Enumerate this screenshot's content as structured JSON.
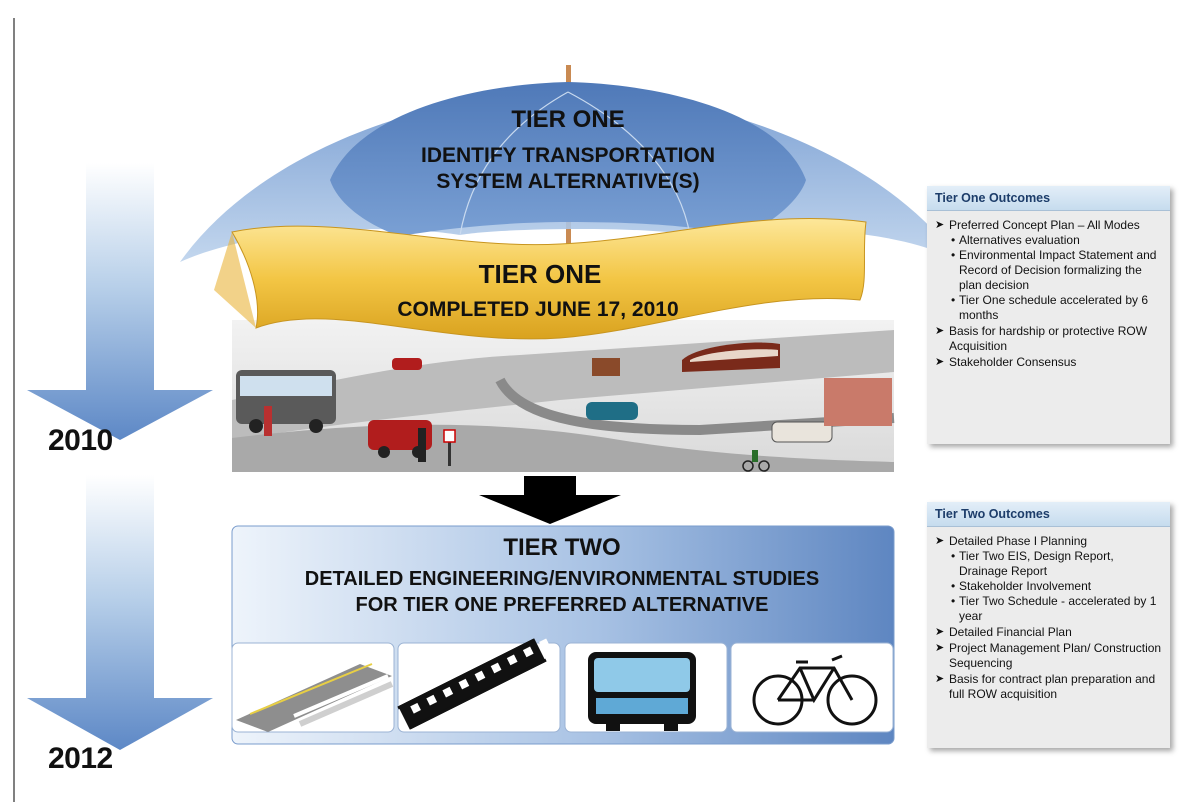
{
  "tier_one": {
    "umbrella_heading": "TIER ONE",
    "umbrella_line1": "IDENTIFY TRANSPORTATION",
    "umbrella_line2": "SYSTEM ALTERNATIVE(S)",
    "banner_heading": "TIER ONE",
    "banner_subtitle": "COMPLETED JUNE 17, 2010"
  },
  "tier_two": {
    "heading": "TIER TWO",
    "line1": "DETAILED ENGINEERING/ENVIRONMENTAL STUDIES",
    "line2": "FOR TIER ONE PREFERRED ALTERNATIVE",
    "image_icons": [
      "highway-icon",
      "railroad-track-icon",
      "bus-icon",
      "bicycle-icon"
    ]
  },
  "timeline": {
    "year_1": "2010",
    "year_2": "2012"
  },
  "tier_one_outcomes": {
    "title": "Tier One Outcomes",
    "items": [
      {
        "type": "main",
        "text": "Preferred Concept Plan – All Modes"
      },
      {
        "type": "sub",
        "text": "Alternatives evaluation"
      },
      {
        "type": "sub",
        "text": "Environmental Impact Statement and Record of Decision formalizing the plan decision"
      },
      {
        "type": "sub",
        "text": "Tier One schedule accelerated by 6 months"
      },
      {
        "type": "main",
        "text": "Basis for hardship or protective ROW Acquisition"
      },
      {
        "type": "main",
        "text": "Stakeholder Consensus"
      }
    ]
  },
  "tier_two_outcomes": {
    "title": "Tier Two Outcomes",
    "items": [
      {
        "type": "main",
        "text": "Detailed Phase I Planning"
      },
      {
        "type": "sub",
        "text": "Tier Two EIS, Design Report, Drainage Report"
      },
      {
        "type": "sub",
        "text": "Stakeholder Involvement"
      },
      {
        "type": "sub",
        "text": "Tier Two Schedule - accelerated by 1 year"
      },
      {
        "type": "main",
        "text": "Detailed Financial Plan"
      },
      {
        "type": "main",
        "text": "Project Management Plan/ Construction Sequencing"
      },
      {
        "type": "main",
        "text": "Basis for contract plan preparation and full ROW acquisition"
      }
    ]
  },
  "colors": {
    "umbrella_dark": "#5a84c2",
    "umbrella_light": "#a9c3e4",
    "banner_gold": "#f3c645",
    "arrow_blue": "#5d88c6",
    "panel_header": "#1d3d6a"
  }
}
